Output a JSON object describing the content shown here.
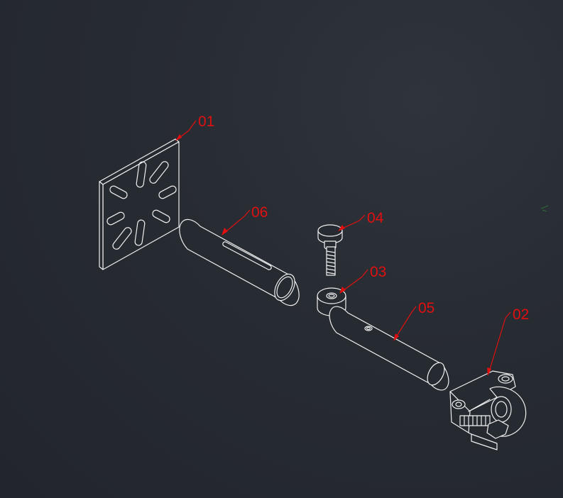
{
  "drawing": {
    "background_color": "#262a31",
    "line_color": "#f0f0f0",
    "annotation_color": "#e01010",
    "parts": [
      {
        "id": "01",
        "icon": "mounting-plate-icon"
      },
      {
        "id": "06",
        "icon": "slotted-tube-icon"
      },
      {
        "id": "04",
        "icon": "thumb-screw-icon"
      },
      {
        "id": "03",
        "icon": "washer-icon"
      },
      {
        "id": "05",
        "icon": "spigot-pin-icon"
      },
      {
        "id": "02",
        "icon": "half-coupler-clamp-icon"
      }
    ]
  }
}
